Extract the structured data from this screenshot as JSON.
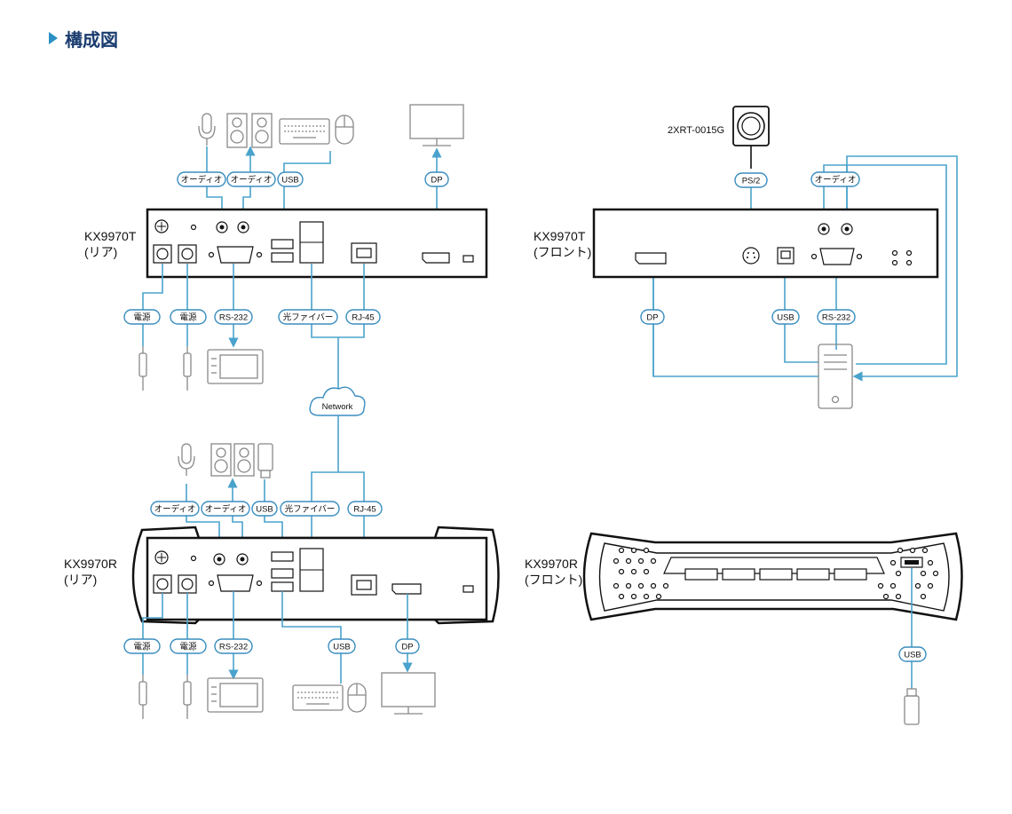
{
  "title": "構成図",
  "devices": {
    "kx9970t_rear": {
      "name": "KX9970T",
      "sub": "(リア)"
    },
    "kx9970t_front": {
      "name": "KX9970T",
      "sub": "(フロント)"
    },
    "kx9970r_rear": {
      "name": "KX9970R",
      "sub": "(リア)"
    },
    "kx9970r_front": {
      "name": "KX9970R",
      "sub": "(フロント)"
    }
  },
  "accessory": "2XRT-0015G",
  "labels": {
    "audio": "オーディオ",
    "usb": "USB",
    "dp": "DP",
    "power": "電源",
    "rs232": "RS-232",
    "fiber": "光ファイバー",
    "rj45": "RJ-45",
    "network": "Network",
    "ps2": "PS/2"
  },
  "colors": {
    "connection": "#4aa3cc",
    "title": "#1a3c6e",
    "title_marker": "#2a8fc4"
  }
}
